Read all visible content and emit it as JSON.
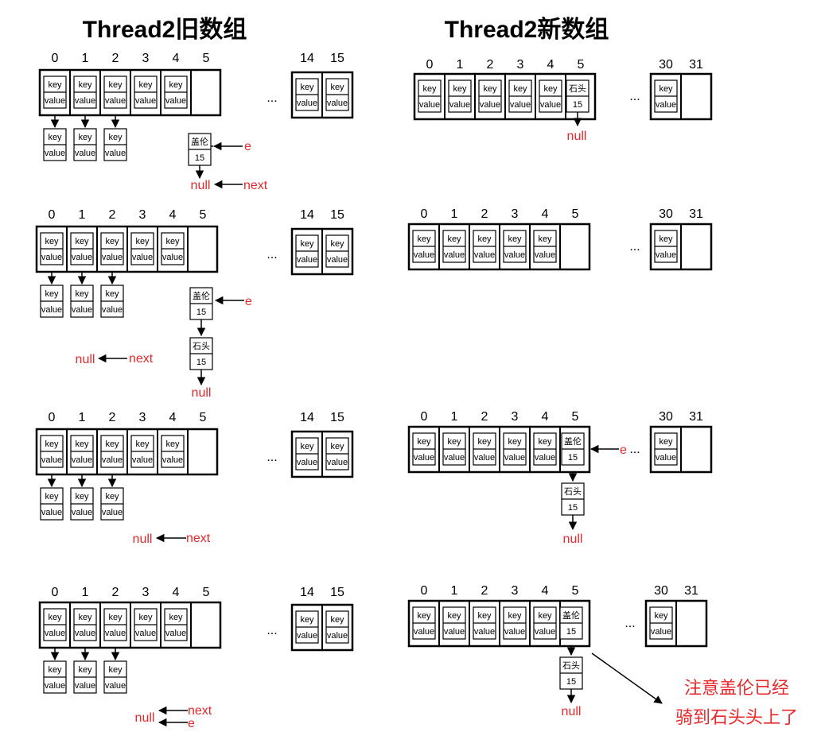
{
  "titles": {
    "old_array": "Thread2旧数组",
    "new_array": "Thread2新数组"
  },
  "labels": {
    "key": "key",
    "value": "value",
    "null": "null",
    "next": "next",
    "e": "e",
    "ellipsis": "...",
    "hash15": "15",
    "node_gailun": "盖伦",
    "node_shitou": "石头"
  },
  "old_indices": [
    "0",
    "1",
    "2",
    "3",
    "4",
    "5",
    "14",
    "15"
  ],
  "new_indices": [
    "0",
    "1",
    "2",
    "3",
    "4",
    "5",
    "30",
    "31"
  ],
  "note": {
    "line1": "注意盖伦已经",
    "line2": "骑到石头头上了"
  },
  "colors": {
    "red": "#e8282b",
    "black": "#000000"
  }
}
